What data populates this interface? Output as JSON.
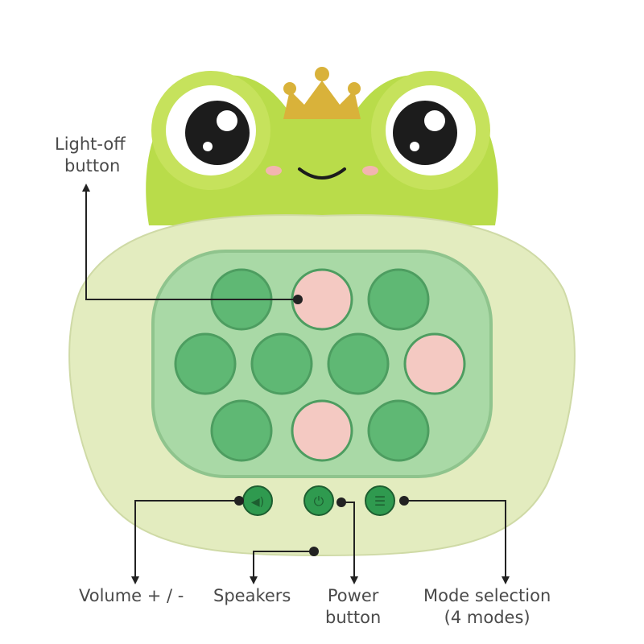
{
  "labels": {
    "light_off": [
      "Light-off",
      "button"
    ],
    "volume": "Volume + / -",
    "speakers": "Speakers",
    "power": [
      "Power",
      "button"
    ],
    "mode": [
      "Mode selection",
      "(4 modes)"
    ]
  },
  "colors": {
    "body": "#e3ecbf",
    "head": "#b9dc4a",
    "panel": "#a9d9a6",
    "bubble": "#5fb874",
    "bubble_lit": "#f4c9c2",
    "button": "#2f9a4f",
    "crown": "#d9b23a",
    "callout": "#222222"
  },
  "lit_bubbles": [
    1,
    6,
    8
  ]
}
